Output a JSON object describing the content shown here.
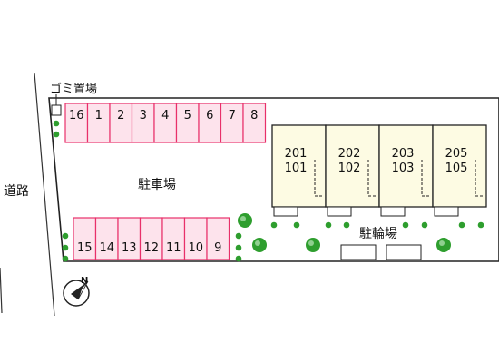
{
  "labels": {
    "road": "道路",
    "parking": "駐車場",
    "bicycle_parking": "駐輪場",
    "garbage": "ゴミ置場",
    "north": "N"
  },
  "parking_top": [
    "16",
    "1",
    "2",
    "3",
    "4",
    "5",
    "6",
    "7",
    "8"
  ],
  "parking_bottom": [
    "15",
    "14",
    "13",
    "12",
    "11",
    "10",
    "9"
  ],
  "units": [
    {
      "upper": "201",
      "lower": "101"
    },
    {
      "upper": "202",
      "lower": "102"
    },
    {
      "upper": "203",
      "lower": "103"
    },
    {
      "upper": "205",
      "lower": "105"
    }
  ],
  "colors": {
    "parking_fill": "#fde3ec",
    "parking_stroke": "#e8306a",
    "building_fill": "#fdfbe3",
    "tree_green": "#2e9e2e",
    "line": "#222222"
  }
}
